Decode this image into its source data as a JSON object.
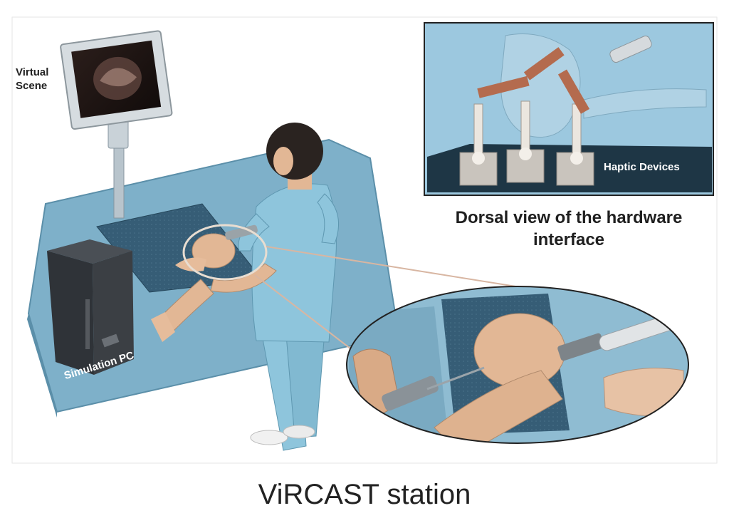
{
  "labels": {
    "virtual_scene": "Virtual Scene",
    "simulation_pc": "Simulation PC",
    "haptic_devices": "Haptic Devices",
    "dorsal_view": "Dorsal view of the hardware interface",
    "caption": "ViRCAST station"
  },
  "colors": {
    "table": "#7eb0c9",
    "table_edge": "#5b8fa9",
    "mat": "#355c74",
    "scrubs": "#8ec5dc",
    "skin": "#e2b795",
    "hair": "#2a2320",
    "pc": "#3b3f44",
    "inset_bg": "#9cc8df",
    "haptic_arm": "#b46b4e"
  }
}
